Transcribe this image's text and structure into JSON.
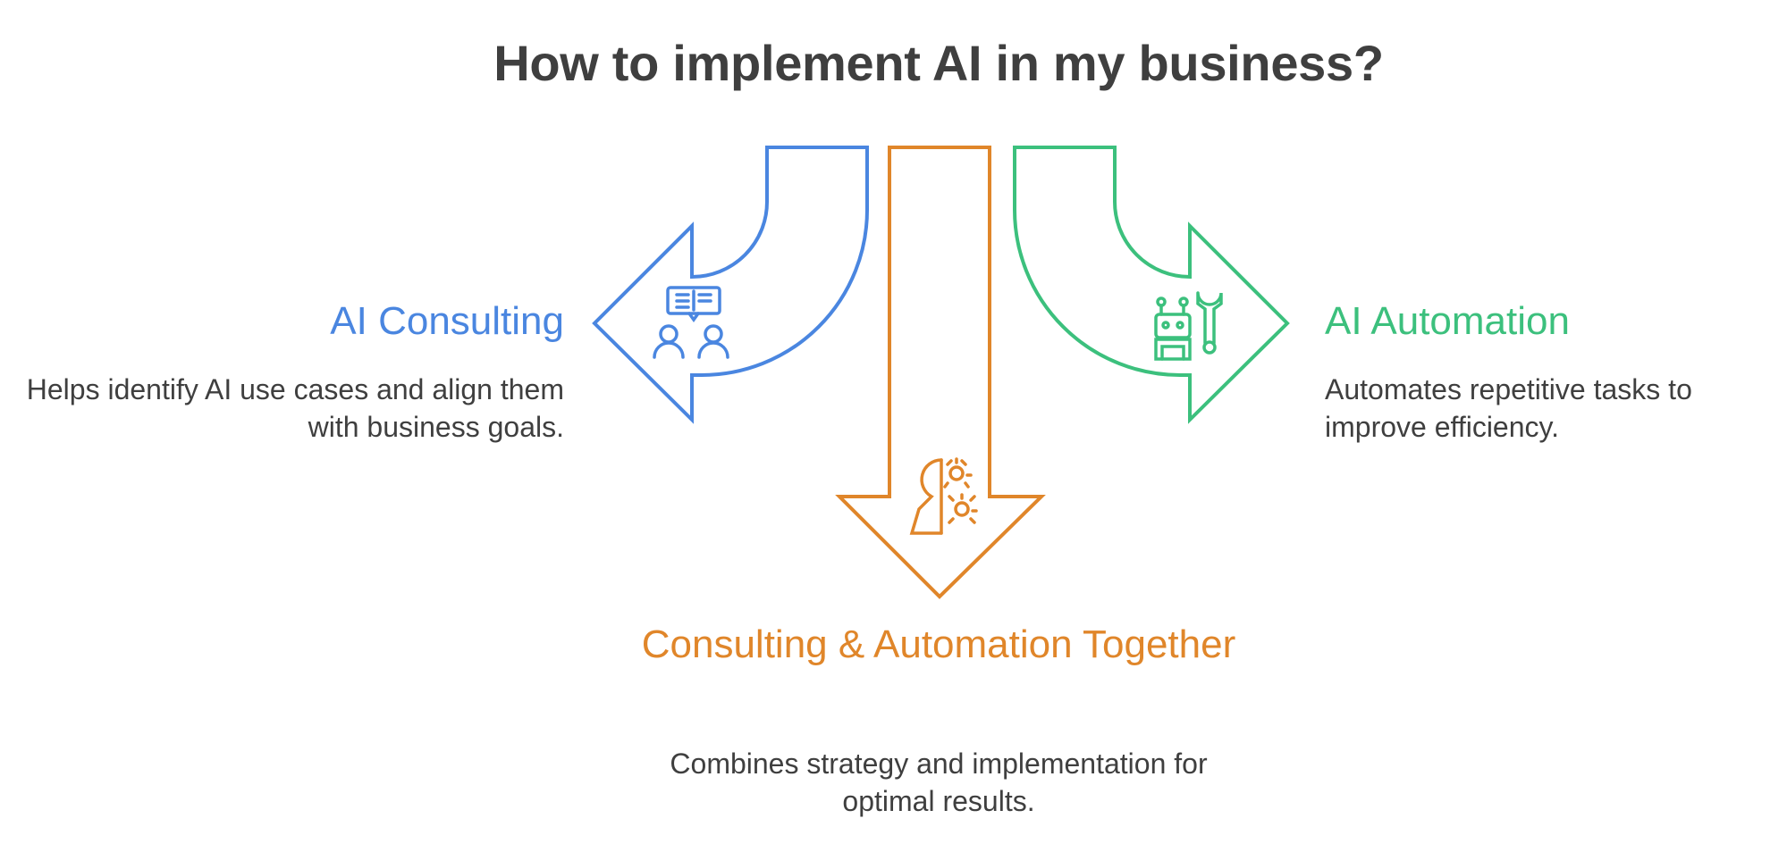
{
  "title": "How to implement AI in my business?",
  "colors": {
    "consulting": "#4a86e0",
    "together": "#e0862a",
    "automation": "#3cc07d",
    "text": "#3f3f3f"
  },
  "branches": {
    "consulting": {
      "heading": "AI Consulting",
      "description": "Helps identify AI use cases and align them with business goals.",
      "icon": "consulting-people-icon"
    },
    "together": {
      "heading": "Consulting & Automation Together",
      "description": "Combines strategy and implementation for optimal results.",
      "icon": "human-gear-head-icon"
    },
    "automation": {
      "heading": "AI Automation",
      "description": "Automates repetitive tasks to improve efficiency.",
      "icon": "robot-wrench-icon"
    }
  }
}
